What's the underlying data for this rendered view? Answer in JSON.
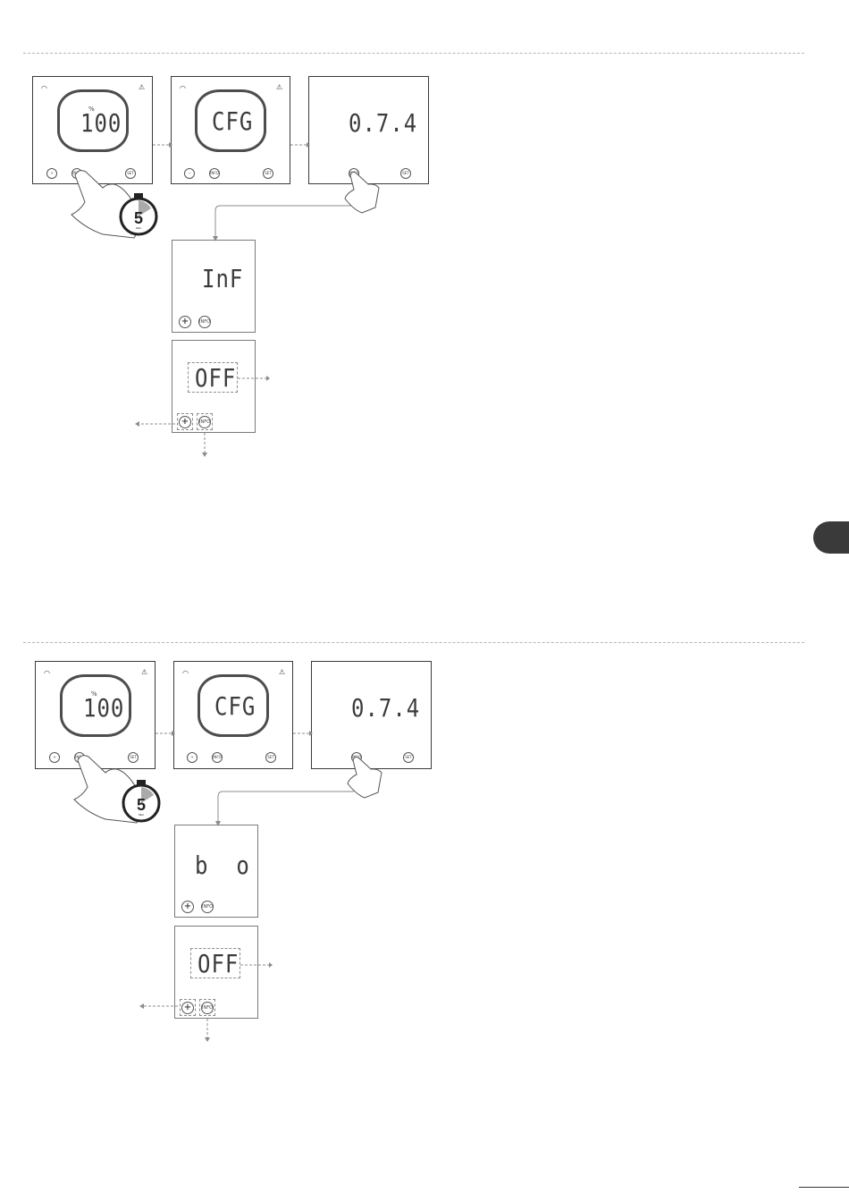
{
  "sections": [
    {
      "id": "s1",
      "step1": {
        "percent": "%",
        "value": "100",
        "btn_minus": "+",
        "btn_info": "INFO",
        "btn_set": "SET",
        "wifi": "wifi-icon",
        "warning": "warning-icon",
        "timer": "5",
        "timer_unit": "SEC"
      },
      "step2": {
        "value": "CFG",
        "btn_minus": "−",
        "btn_info": "INFO",
        "btn_set": "SET"
      },
      "step3": {
        "value": "0.7.4",
        "btn_info": "INFO",
        "btn_set": "SET"
      },
      "step4": {
        "value": "InF",
        "btn_plus": "+",
        "btn_info": "INFO"
      },
      "step5": {
        "value": "OFF",
        "btn_plus": "+",
        "btn_info": "INFO"
      }
    },
    {
      "id": "s2",
      "step1": {
        "percent": "%",
        "value": "100",
        "btn_minus": "+",
        "btn_info": "INFO",
        "btn_set": "SET",
        "wifi": "wifi-icon",
        "warning": "warning-icon",
        "timer": "5",
        "timer_unit": "SEC"
      },
      "step2": {
        "value": "CFG",
        "btn_minus": "+",
        "btn_info": "INFO",
        "btn_set": "SET"
      },
      "step3": {
        "value": "0.7.4",
        "btn_info": "INFO",
        "btn_set": "SET"
      },
      "step4": {
        "value": "b  o",
        "btn_plus": "+",
        "btn_info": "INFO"
      },
      "step5": {
        "value": "OFF",
        "btn_plus": "+",
        "btn_info": "INFO"
      }
    }
  ],
  "colors": {
    "line": "#8c8c8c",
    "frame": "#3a3a3a",
    "tab": "#3a3a3a"
  }
}
